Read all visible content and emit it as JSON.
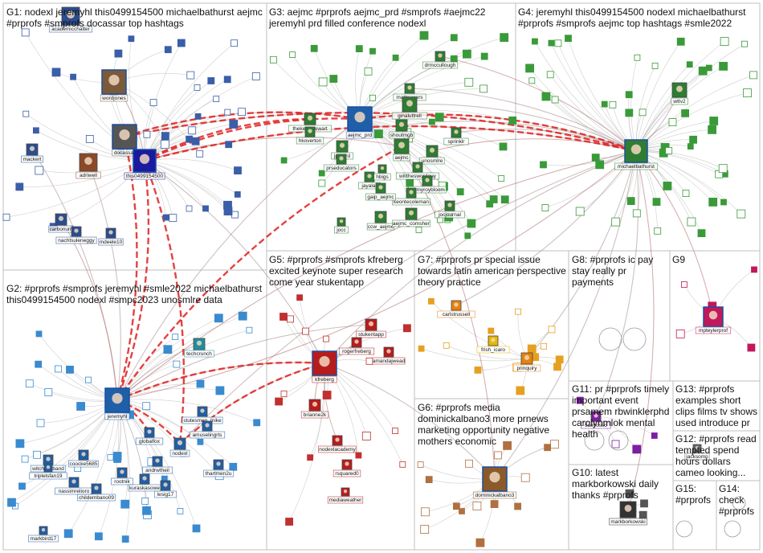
{
  "groups": [
    {
      "id": "g1",
      "label": "G1: nodexl jeremyhl this0499154500 michaelbathurst aejmc #prprofs #smprofs docassar top hashtags"
    },
    {
      "id": "g2",
      "label": "G2: #prprofs #smprofs jeremyhl #smle2022 michaelbathurst this0499154500 nodexl #smpc2023 unosmlre data"
    },
    {
      "id": "g3",
      "label": "G3: aejmc #prprofs aejmc_prd #smprofs #aejmc22 jeremyhl prd filled conference nodexl"
    },
    {
      "id": "g4",
      "label": "G4: jeremyhl this0499154500 nodexl michaelbathurst #prprofs #smprofs aejmc top hashtags #smle2022"
    },
    {
      "id": "g5",
      "label": "G5: #prprofs #smprofs kfreberg excited keynote super research come year stukentapp"
    },
    {
      "id": "g6",
      "label": "G6: #prprofs media dominickalbano3 more prnews marketing opportunity negative mothers economic"
    },
    {
      "id": "g7",
      "label": "G7: #prprofs pr special issue towards latin american perspective theory practice"
    },
    {
      "id": "g8",
      "label": "G8: #prprofs ic pay stay really pr payments"
    },
    {
      "id": "g9",
      "label": "G9"
    },
    {
      "id": "g10",
      "label": "G10: latest markborkowski daily thanks #prprofs"
    },
    {
      "id": "g11",
      "label": "G11: pr #prprofs timely important event prsamem rbwinklerphd carolynmlok mental health"
    },
    {
      "id": "g12",
      "label": "G12: #prprofs read tempted spend hours dollars cameo looking..."
    },
    {
      "id": "g13",
      "label": "G13: #prprofs examples short clips films tv shows used introduce pr"
    },
    {
      "id": "g14",
      "label": "G14: check #prprofs"
    },
    {
      "id": "g15",
      "label": "G15: #prprofs"
    }
  ],
  "nodes": [
    {
      "id": "academicchatter",
      "label": "academicchatter",
      "color": "#2a4d8f"
    },
    {
      "id": "wordjones",
      "label": "wordjones",
      "color": "#7a5a3a"
    },
    {
      "id": "docassar",
      "label": "docassar",
      "color": "#555555"
    },
    {
      "id": "mackert",
      "label": "mackert",
      "color": "#2a4d8f"
    },
    {
      "id": "adriwell",
      "label": "adriwell",
      "color": "#8a4a2a"
    },
    {
      "id": "this0499154500",
      "label": "this0499154500",
      "color": "#1a1aa0"
    },
    {
      "id": "carbonum",
      "label": "carbonum",
      "color": "#2a4d8f"
    },
    {
      "id": "nachtsuleneggy",
      "label": "nachtsuleneggy",
      "color": "#2a4d8f"
    },
    {
      "id": "mdeel10",
      "label": "mdeele10",
      "color": "#2a4d8f"
    },
    {
      "id": "thekellastewart",
      "label": "thekellastewart",
      "color": "#2e7d32"
    },
    {
      "id": "hkoverton",
      "label": "hkoverton",
      "color": "#2e7d32"
    },
    {
      "id": "aejmc_prd",
      "label": "aejmc_prd",
      "color": "#1f5fa8"
    },
    {
      "id": "jpreprd",
      "label": "jpreprd",
      "color": "#2e7d32"
    },
    {
      "id": "prseducators",
      "label": "prseducators",
      "color": "#2e7d32"
    },
    {
      "id": "mattrrogers",
      "label": "mattrrogers",
      "color": "#2e7d32"
    },
    {
      "id": "ginaluttrell",
      "label": "ginaluttrell",
      "color": "#2e7d32"
    },
    {
      "id": "aejmc",
      "label": "aejmc",
      "color": "#2e7d32"
    },
    {
      "id": "shoutmgb",
      "label": "shoutmgb",
      "color": "#2e7d32"
    },
    {
      "id": "unosmlre",
      "label": "unosmlre",
      "color": "#2e7d32"
    },
    {
      "id": "sprinklr",
      "label": "sprinklr",
      "color": "#2e7d32"
    },
    {
      "id": "willtheswordguy",
      "label": "willtheswordguy",
      "color": "#2e7d32"
    },
    {
      "id": "jimmyroybloom",
      "label": "jimmyroybloom",
      "color": "#2e7d32"
    },
    {
      "id": "keontecoleman",
      "label": "keontecoleman",
      "color": "#2e7d32"
    },
    {
      "id": "jayalar",
      "label": "jayalar",
      "color": "#2e7d32"
    },
    {
      "id": "hbigs",
      "label": "hbigs",
      "color": "#2e7d32"
    },
    {
      "id": "gaip_aejmc",
      "label": "gaip_aejmc",
      "color": "#2e7d32"
    },
    {
      "id": "ccw_aejmc",
      "label": "ccw_aejmc",
      "color": "#2e7d32"
    },
    {
      "id": "aejmc_comsher",
      "label": "aejmc_comsher",
      "color": "#2e7d32"
    },
    {
      "id": "jocjournal",
      "label": "jocjournal",
      "color": "#2e7d32"
    },
    {
      "id": "jocc",
      "label": "jocc",
      "color": "#2e7d32"
    },
    {
      "id": "drmccullough",
      "label": "drmccullough",
      "color": "#2e7d32"
    },
    {
      "id": "michaelbathurst",
      "label": "michaelbathurst",
      "color": "#2e7d32"
    },
    {
      "id": "wttv2",
      "label": "wttv2",
      "color": "#2e7d32"
    },
    {
      "id": "techcrunch",
      "label": "techcrunch",
      "color": "#1f8fa0"
    },
    {
      "id": "jeremyhl",
      "label": "jeremyhl",
      "color": "#1f5fa8"
    },
    {
      "id": "globalfox",
      "label": "globalfox",
      "color": "#1f5fa8"
    },
    {
      "id": "stutesmen_mike",
      "label": "stutesmen_mike",
      "color": "#1f5fa8"
    },
    {
      "id": "amuselingrts",
      "label": "amuselingrts",
      "color": "#1f5fa8"
    },
    {
      "id": "nodexl",
      "label": "nodexl",
      "color": "#1f5fa8"
    },
    {
      "id": "witchhusband",
      "label": "witchhusband",
      "color": "#1f5fa8"
    },
    {
      "id": "triplelsfan19",
      "label": "triplelsfan19",
      "color": "#1f5fa8"
    },
    {
      "id": "coocke5685",
      "label": "coocke5685",
      "color": "#1f5fa8"
    },
    {
      "id": "rootnik",
      "label": "rootnik",
      "color": "#1f5fa8"
    },
    {
      "id": "andrwtheil",
      "label": "andrwtheil",
      "color": "#1f5fa8"
    },
    {
      "id": "thartmen2u",
      "label": "thartmen2u",
      "color": "#1f5fa8"
    },
    {
      "id": "nassimrelioro",
      "label": "nassimrelioro",
      "color": "#1f5fa8"
    },
    {
      "id": "childembano09",
      "label": "childembano09",
      "color": "#1f5fa8"
    },
    {
      "id": "kuraskasowe",
      "label": "kuraskasowe",
      "color": "#1f5fa8"
    },
    {
      "id": "lesig17",
      "label": "lesig17",
      "color": "#1f5fa8"
    },
    {
      "id": "markbird17",
      "label": "markbird17",
      "color": "#1f5fa8"
    },
    {
      "id": "stukentapp",
      "label": "stukentapp",
      "color": "#b71c1c"
    },
    {
      "id": "rogerfreberg",
      "label": "rogerfreberg",
      "color": "#b71c1c"
    },
    {
      "id": "amandajwead",
      "label": "amandajwead",
      "color": "#b71c1c"
    },
    {
      "id": "kfreberg",
      "label": "kfreberg",
      "color": "#b71c1c"
    },
    {
      "id": "brianne2k",
      "label": "brianne2k",
      "color": "#b71c1c"
    },
    {
      "id": "nodexlacademy",
      "label": "nodexlacademy",
      "color": "#b71c1c"
    },
    {
      "id": "rsquared0",
      "label": "rsquared0",
      "color": "#b71c1c"
    },
    {
      "id": "mediaweather",
      "label": "mediaweather",
      "color": "#b71c1c"
    },
    {
      "id": "carlstrussell",
      "label": "carlstrussell",
      "color": "#e6820e"
    },
    {
      "id": "frish_icaro",
      "label": "frish_icaro",
      "color": "#e6b800"
    },
    {
      "id": "prinquiry",
      "label": "prinquiry",
      "color": "#e6820e"
    },
    {
      "id": "dominickalbano3",
      "label": "dominickalbano3",
      "color": "#8a5a2a"
    },
    {
      "id": "mpteylerprof",
      "label": "mpteylerprof",
      "color": "#c2185b"
    },
    {
      "id": "tideIrosso",
      "label": "tidelrosso",
      "color": "#7b1fa2"
    },
    {
      "id": "markborkowski",
      "label": "markborkowski",
      "color": "#333333"
    },
    {
      "id": "jacksomn",
      "label": "jacksomn",
      "color": "#666666"
    }
  ]
}
